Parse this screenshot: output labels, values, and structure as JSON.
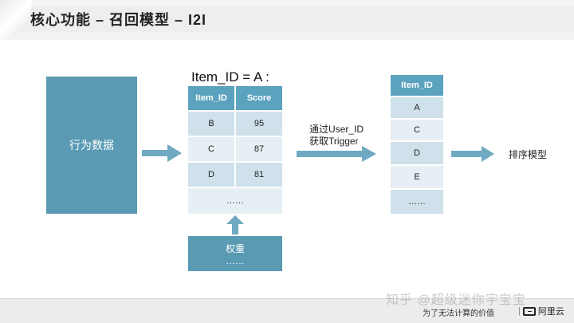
{
  "header": {
    "title": "核心功能  –  召回模型  –  I2I"
  },
  "diagram": {
    "behavior_data": "行为数据",
    "score_table": {
      "title": "Item_ID = A :",
      "headers": [
        "Item_ID",
        "Score"
      ],
      "rows": [
        [
          "B",
          "95"
        ],
        [
          "C",
          "87"
        ],
        [
          "D",
          "81"
        ],
        [
          "……",
          ""
        ]
      ]
    },
    "weight_box": {
      "label": "权重",
      "sub": "……"
    },
    "trigger_label": {
      "line1": "通过User_ID",
      "line2": "获取Trigger"
    },
    "item_list": {
      "header": "Item_ID",
      "items": [
        "A",
        "C",
        "D",
        "E",
        "……"
      ]
    },
    "rank_model": "排序模型"
  },
  "footer": {
    "watermark": "知乎 @超级迷你宇宝宝",
    "slogan": "为了无法计算的价值",
    "brand": "阿里云"
  },
  "colors": {
    "block_fill": "#5a9ab3",
    "table_header": "#5aa2be",
    "row_dark": "#cfe1ea",
    "row_light": "#e6eff4",
    "arrow_fill": "#6faac2"
  }
}
